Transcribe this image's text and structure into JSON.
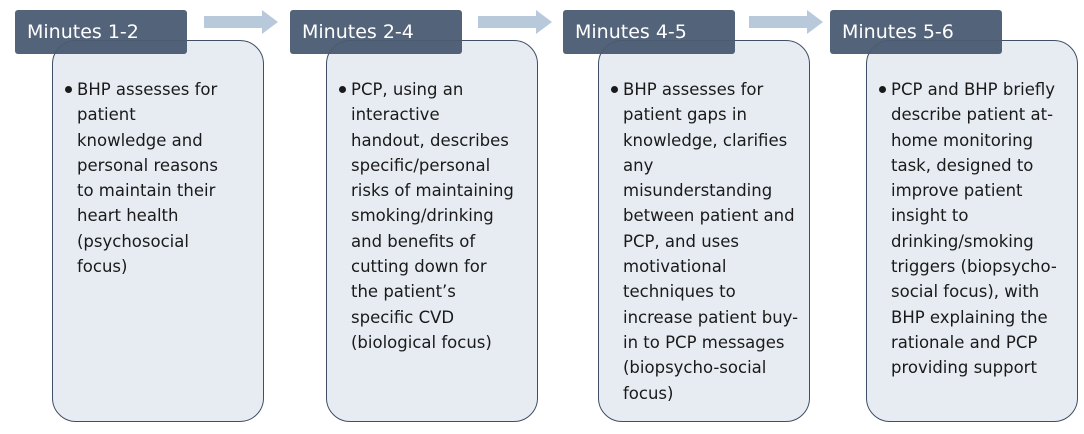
{
  "stages": [
    {
      "title": "Minutes 1-2",
      "lines": [
        "BHP assesses for",
        "patient",
        "knowledge and",
        "personal reasons",
        "to maintain their",
        "heart health",
        "(psychosocial",
        "focus)"
      ]
    },
    {
      "title": "Minutes 2-4",
      "lines": [
        "PCP, using an",
        "interactive",
        "handout, describes",
        "specific/personal",
        "risks of maintaining",
        "smoking/drinking",
        "and benefits of",
        "cutting down for",
        "the patient’s",
        "specific CVD",
        "(biological focus)"
      ]
    },
    {
      "title": "Minutes 4-5",
      "lines": [
        "BHP assesses for",
        "patient gaps in",
        "knowledge, clarifies",
        "any",
        "misunderstanding",
        "between patient and",
        "PCP, and uses",
        "motivational",
        "techniques to",
        "increase patient buy-",
        "in to PCP messages",
        "(biopsycho-social",
        "focus)"
      ]
    },
    {
      "title": "Minutes 5-6",
      "lines": [
        "PCP and BHP briefly",
        "describe patient at-",
        "home monitoring",
        "task, designed to",
        "improve patient",
        "insight to",
        "drinking/smoking",
        "triggers (biopsycho-",
        "social focus), with",
        "BHP explaining the",
        "rationale and PCP",
        "providing support"
      ]
    }
  ],
  "colors": {
    "header_bg": "#4a5b72",
    "card_bg": "#e7ecf3",
    "card_border": "#3f4f65",
    "arrow_fill": "#b9c9dc"
  }
}
